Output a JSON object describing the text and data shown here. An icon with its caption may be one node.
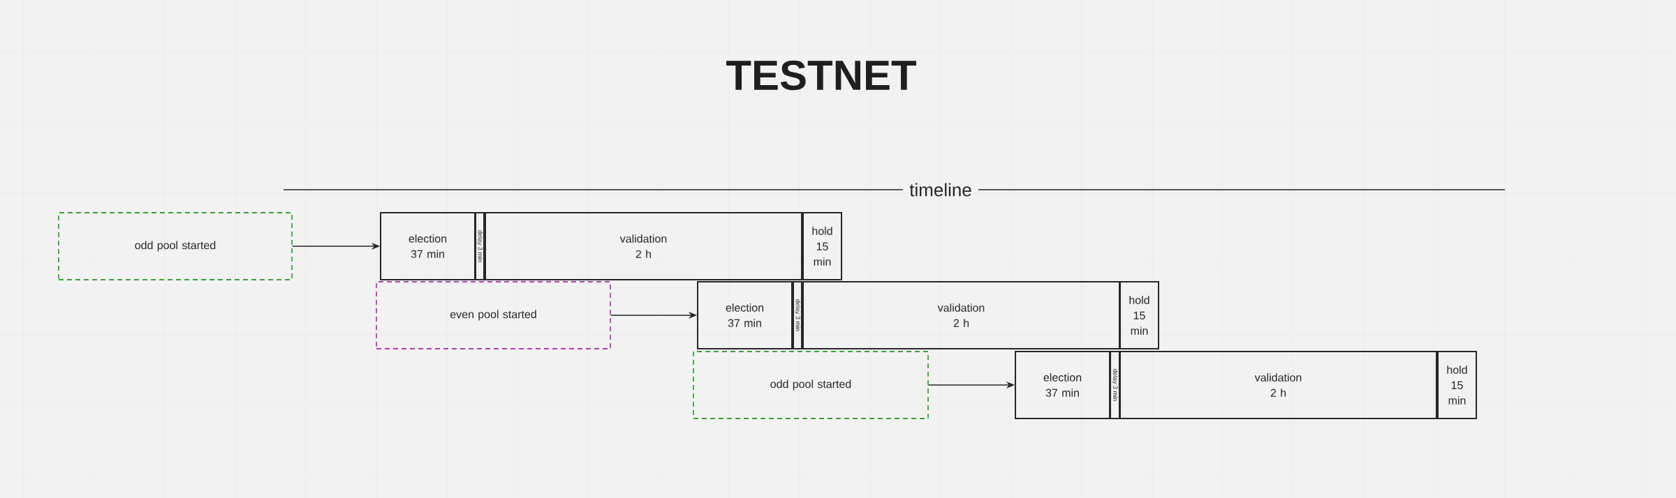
{
  "diagram": {
    "title": "TESTNET",
    "nodes": [
      {
        "text": [
          "odd pool started"
        ]
      },
      {
        "text": [
          "election 37 min"
        ]
      },
      {
        "text": [
          "delay 3 min"
        ]
      },
      {
        "text": [
          "validation 2 h"
        ]
      },
      {
        "text": [
          "hold 15 min"
        ]
      },
      {
        "text": [
          "even pool started"
        ]
      },
      {
        "text": [
          "election 37 min"
        ]
      },
      {
        "text": [
          "delay 3 min"
        ]
      },
      {
        "text": [
          "validation 2 h"
        ]
      },
      {
        "text": [
          "hold 15 min"
        ]
      },
      {
        "text": [
          "odd pool started"
        ]
      },
      {
        "text": [
          "election 37 min"
        ]
      },
      {
        "text": [
          "delay 3 min"
        ]
      },
      {
        "text": [
          "validation 2 h"
        ]
      },
      {
        "text": [
          "hold 15 min"
        ]
      }
    ],
    "edges": [
      {
        "from": 0,
        "to": 1,
        "arrow": "to"
      },
      {
        "from": 5,
        "to": 6,
        "arrow": "to"
      },
      {
        "from": 10,
        "to": 11,
        "arrow": "to"
      }
    ],
    "labels": [
      "timeline"
    ]
  }
}
